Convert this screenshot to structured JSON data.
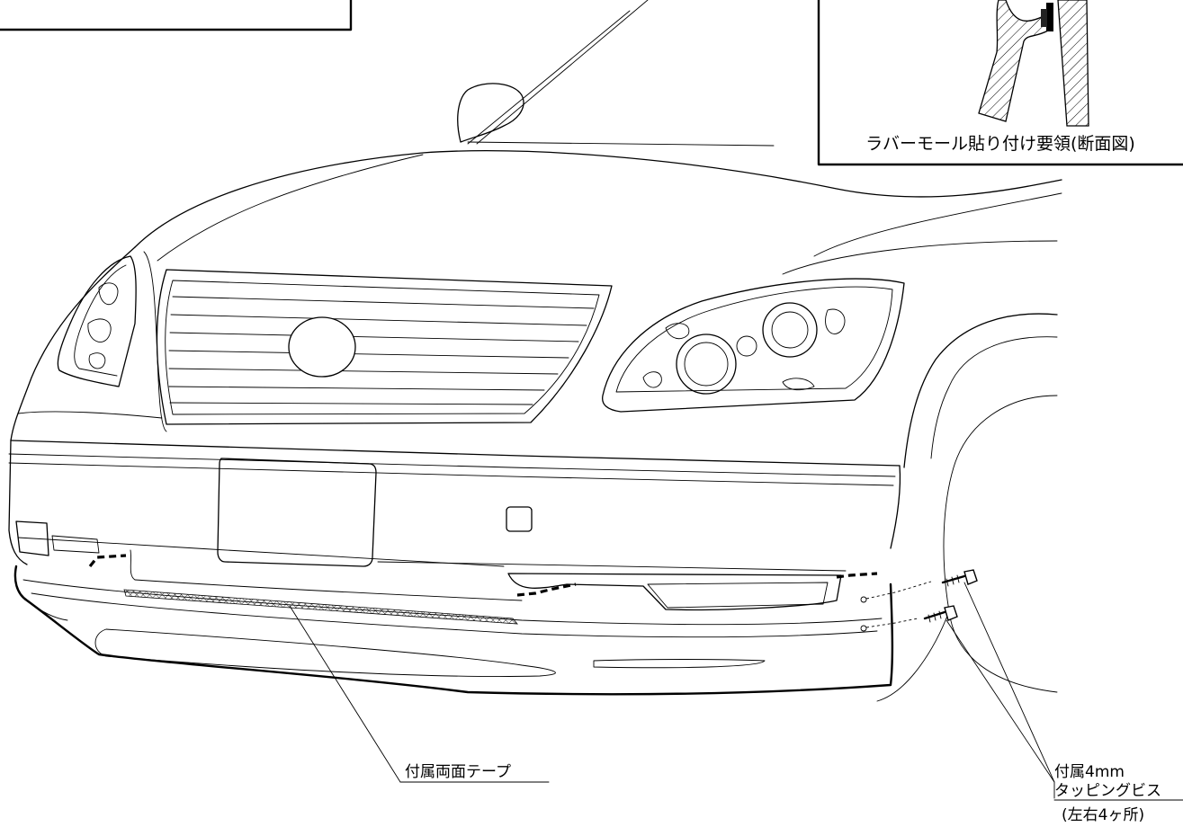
{
  "inset": {
    "caption": "ラバーモール貼り付け要領(断面図)"
  },
  "callouts": {
    "tape_label": "付属両面テープ",
    "screw_line1": "付属4mm",
    "screw_line2": "タッピングビス",
    "screw_line3": "(左右4ヶ所)"
  }
}
